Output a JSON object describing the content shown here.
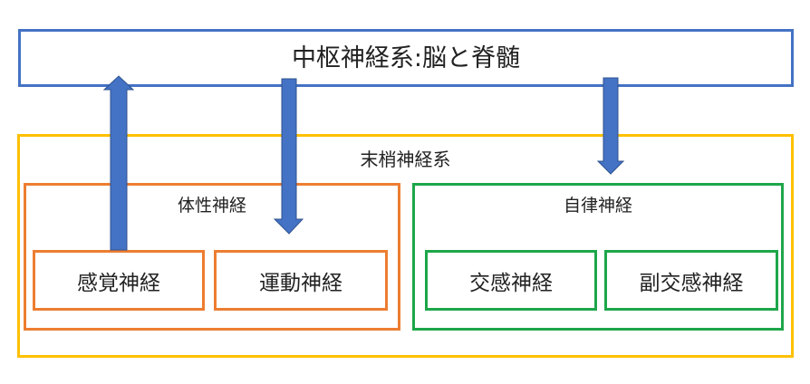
{
  "diagram": {
    "central": {
      "label": "中枢神経系:脳と脊髄"
    },
    "peripheral": {
      "label": "末梢神経系"
    },
    "somatic": {
      "label": "体性神経",
      "children": [
        {
          "label": "感覚神経"
        },
        {
          "label": "運動神経"
        }
      ]
    },
    "autonomic": {
      "label": "自律神経",
      "children": [
        {
          "label": "交感神経"
        },
        {
          "label": "副交感神経"
        }
      ]
    },
    "colors": {
      "central_border": "#4472c4",
      "peripheral_border": "#ffc000",
      "somatic_border": "#ed7d31",
      "autonomic_border": "#1da64a",
      "arrow_fill": "#4472c4",
      "arrow_stroke": "#2f528f"
    },
    "arrows": [
      {
        "from": "感覚神経",
        "to": "中枢神経系:脳と脊髄"
      },
      {
        "from": "中枢神経系:脳と脊髄",
        "to": "運動神経"
      },
      {
        "from": "中枢神経系:脳と脊髄",
        "to": "自律神経"
      }
    ]
  }
}
